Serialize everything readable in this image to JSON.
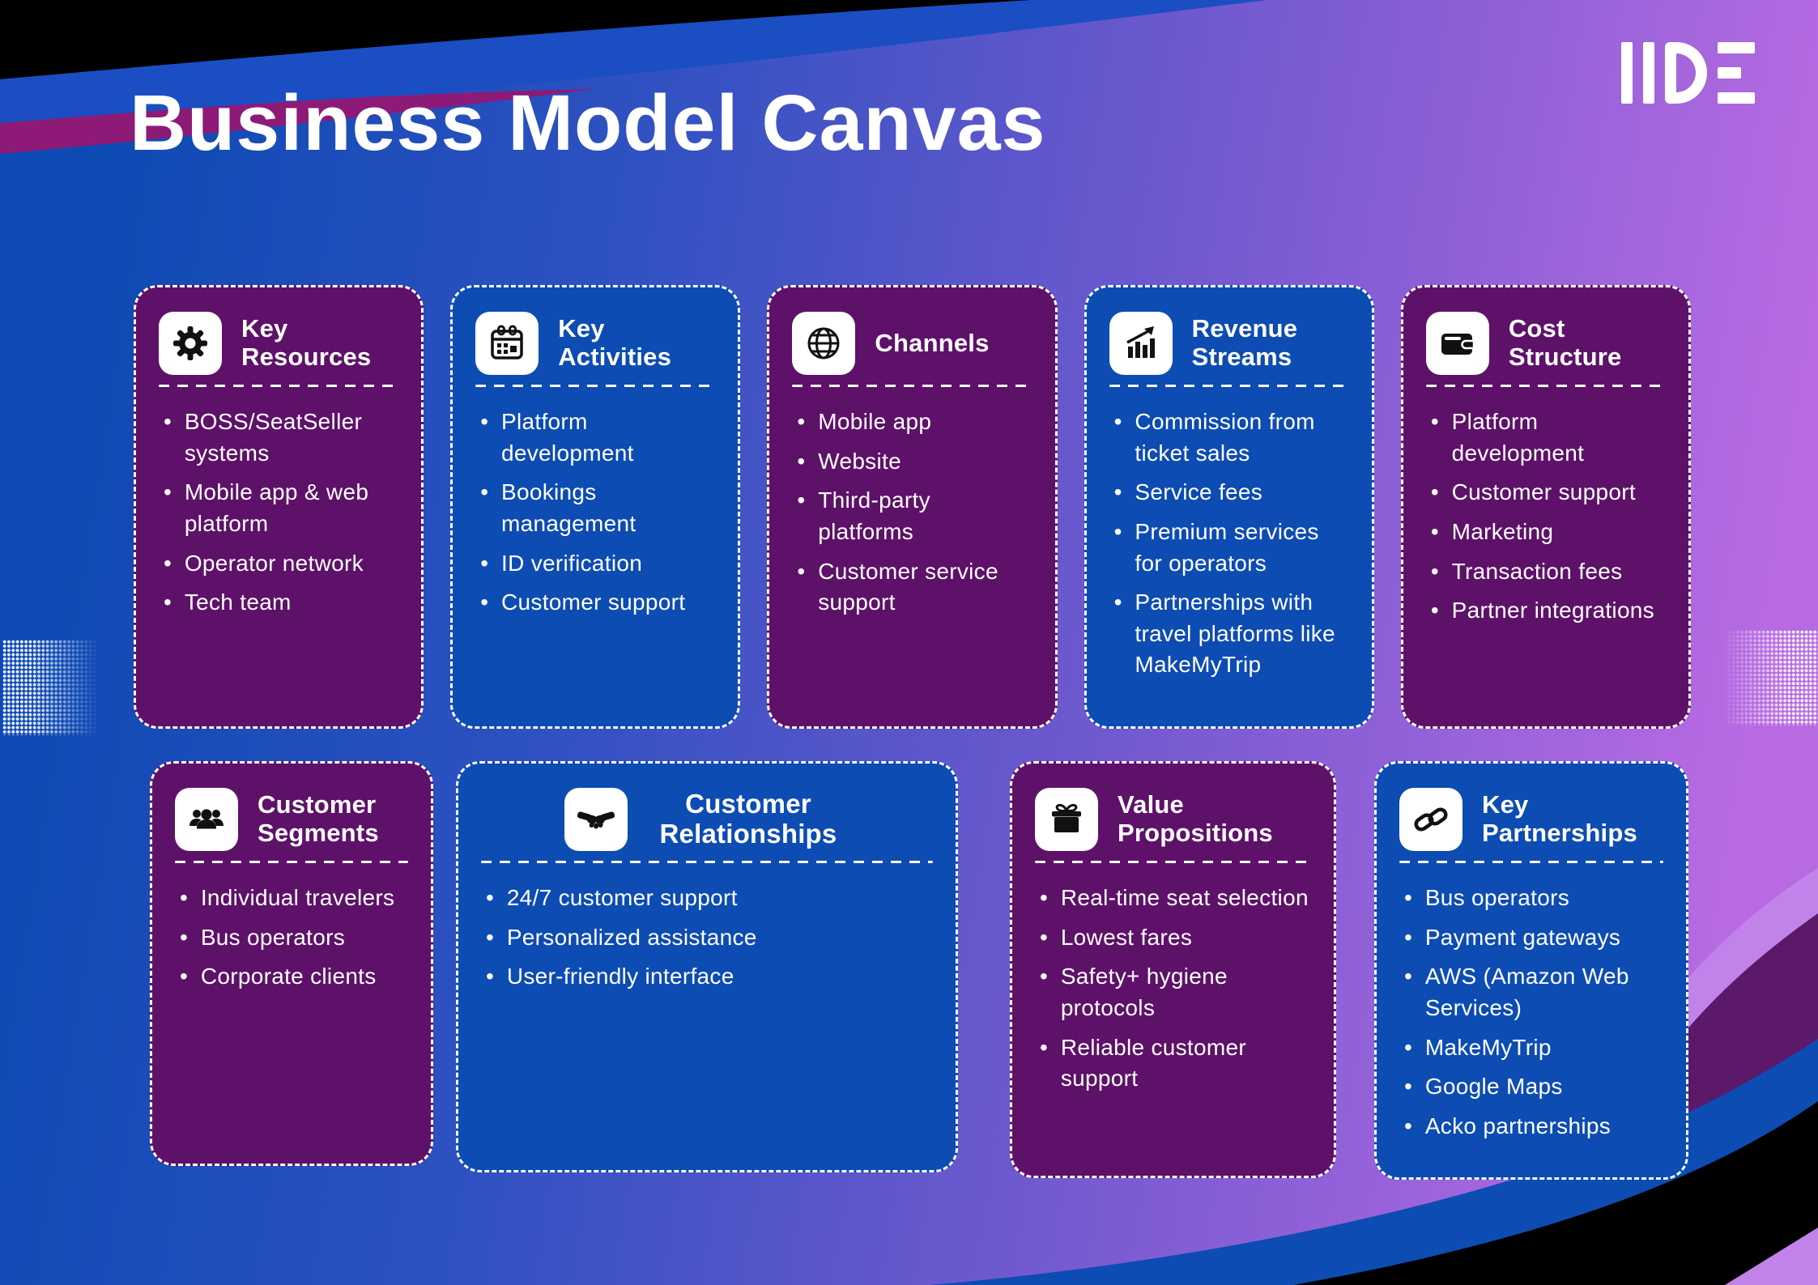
{
  "page": {
    "title": "Business Model Canvas",
    "logo_text": "IIDE"
  },
  "colors": {
    "card_purple": "#5E1169",
    "card_blue": "#0D4CB2",
    "bg_gradient_left": "#0D4AB3",
    "bg_gradient_right": "#B76AE2",
    "swoosh_black": "#000000",
    "swoosh_top_blue": "#1A4EC2",
    "swoosh_magenta": "#8E1A78",
    "swoosh_dark_purple": "#5C1869",
    "swoosh_light_purple": "#C183EA",
    "text": "#FFFFFF"
  },
  "rows": [
    [
      {
        "title": "Key Resources",
        "icon": "gear-icon",
        "color": "purple",
        "items": [
          "BOSS/SeatSeller systems",
          "Mobile app & web platform",
          "Operator network",
          "Tech team"
        ]
      },
      {
        "title": "Key Activities",
        "icon": "calendar-icon",
        "color": "blue",
        "items": [
          "Platform development",
          "Bookings management",
          "ID verification",
          "Customer support"
        ]
      },
      {
        "title": "Channels",
        "icon": "globe-icon",
        "color": "purple",
        "items": [
          "Mobile app",
          "Website",
          "Third-party platforms",
          "Customer service support"
        ]
      },
      {
        "title": "Revenue Streams",
        "icon": "growth-chart-icon",
        "color": "blue",
        "items": [
          "Commission from ticket sales",
          "Service fees",
          "Premium services for operators",
          "Partnerships with travel platforms like MakeMyTrip"
        ]
      },
      {
        "title": "Cost Structure",
        "icon": "wallet-icon",
        "color": "purple",
        "items": [
          "Platform development",
          "Customer support",
          "Marketing",
          "Transaction fees",
          "Partner integrations"
        ]
      }
    ],
    [
      {
        "title": "Customer Segments",
        "icon": "people-icon",
        "color": "purple",
        "items": [
          "Individual travelers",
          "Bus operators",
          "Corporate clients"
        ]
      },
      {
        "title": "Customer Relationships",
        "icon": "handshake-icon",
        "color": "blue",
        "centered": true,
        "items": [
          "24/7 customer support",
          "Personalized assistance",
          "User-friendly interface"
        ]
      },
      {
        "title": "Value Propositions",
        "icon": "gift-icon",
        "color": "purple",
        "items": [
          "Real-time seat selection",
          "Lowest fares",
          "Safety+ hygiene protocols",
          "Reliable customer support"
        ]
      },
      {
        "title": "Key Partnerships",
        "icon": "link-icon",
        "color": "blue",
        "items": [
          "Bus operators",
          "Payment gateways",
          "AWS (Amazon Web Services)",
          "MakeMyTrip",
          "Google Maps",
          "Acko partnerships"
        ]
      }
    ]
  ]
}
